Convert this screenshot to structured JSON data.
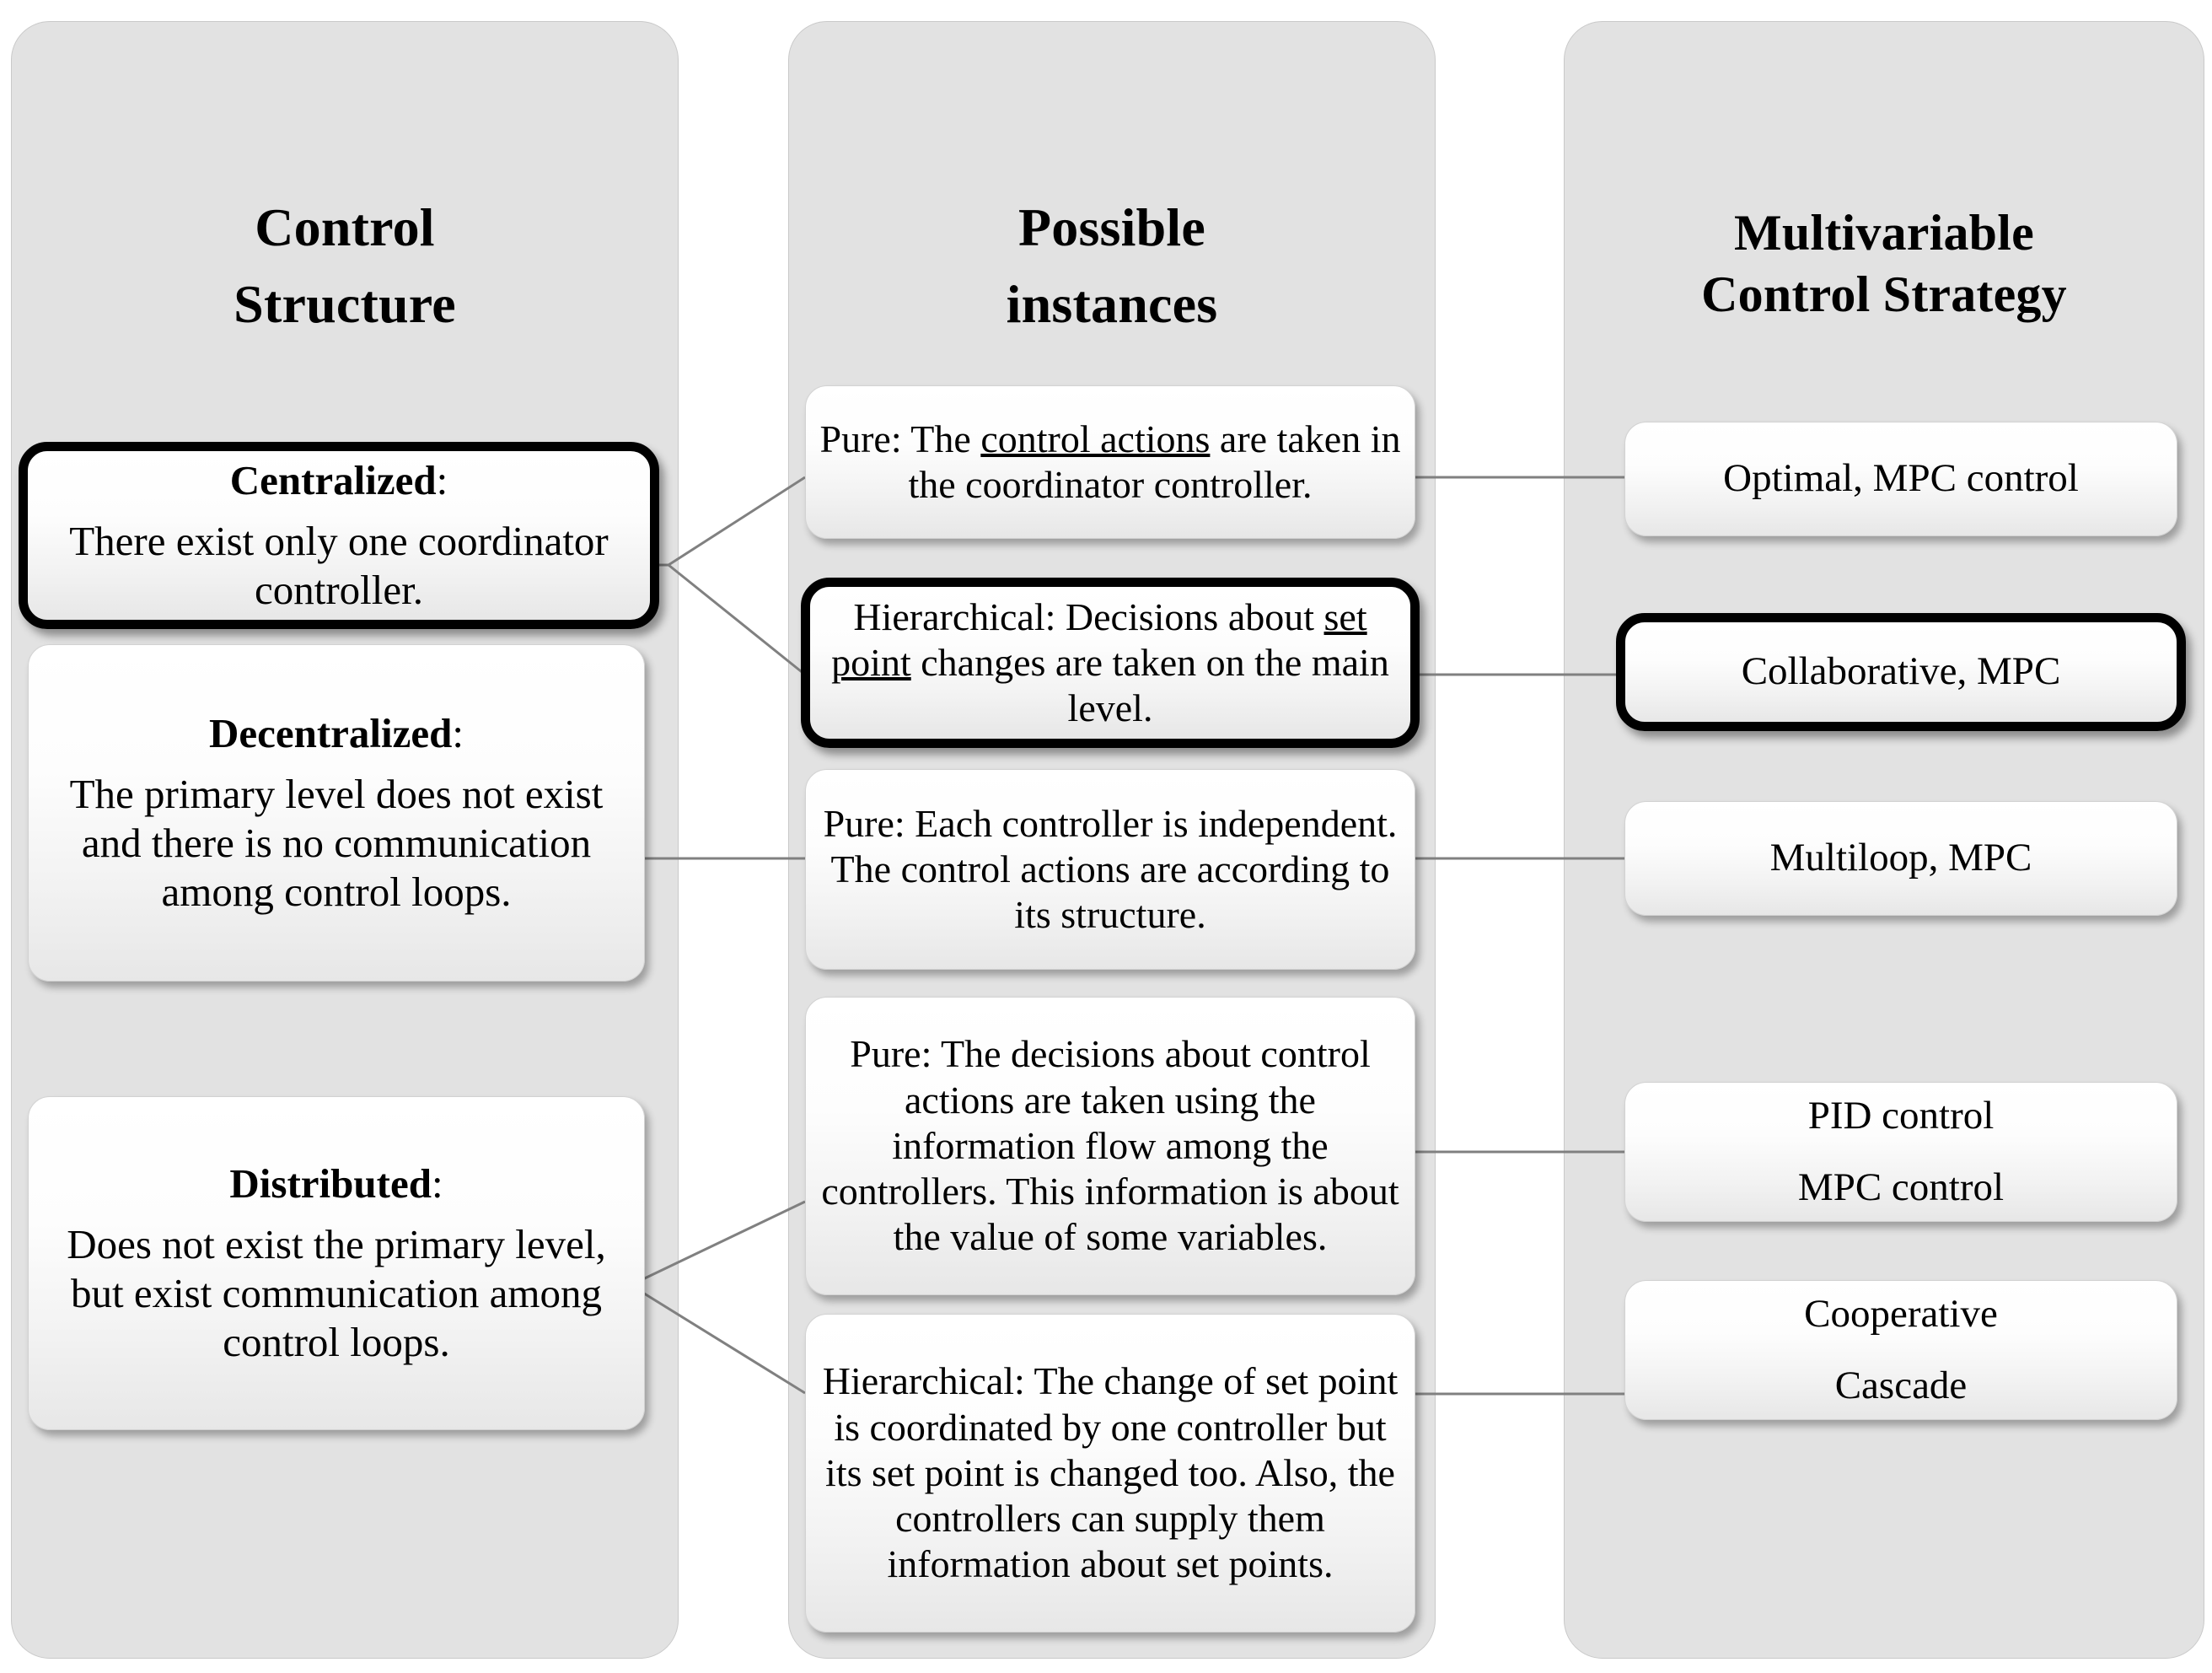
{
  "columns": {
    "control_structure": {
      "title": "Control\nStructure",
      "nodes": [
        {
          "id": "centralized",
          "lead": "Centralized",
          "lead_colon": ":",
          "body": "There exist only one coordinator controller.",
          "emphasized": true
        },
        {
          "id": "decentralized",
          "lead": "Decentralized",
          "lead_colon": ":",
          "body": "The primary level does not exist and there is no communication among control loops.",
          "emphasized": false
        },
        {
          "id": "distributed",
          "lead": "Distributed",
          "lead_colon": ":",
          "body": "Does not exist the primary level, but exist communication among control loops.",
          "emphasized": false
        }
      ]
    },
    "possible_instances": {
      "title": "Possible\ninstances",
      "nodes": [
        {
          "id": "pure-coordinator",
          "pre": "Pure: The ",
          "underlined": "control actions",
          "post": " are taken in the coordinator controller.",
          "emphasized": false
        },
        {
          "id": "hier-setpoint",
          "pre": "Hierarchical: Decisions about ",
          "underlined": "set point",
          "post": " changes are taken on the main level.",
          "emphasized": true
        },
        {
          "id": "pure-independent",
          "pre": "Pure: Each controller is independent. The control actions are according to its structure.",
          "underlined": "",
          "post": "",
          "emphasized": false
        },
        {
          "id": "pure-infoflow",
          "pre": "Pure: The decisions about control actions are taken using the information flow among the controllers. This information is about the value of some variables.",
          "underlined": "",
          "post": "",
          "emphasized": false
        },
        {
          "id": "hier-change",
          "pre": "Hierarchical: The change of set point is coordinated by one controller but its set point is changed too. Also, the controllers can supply them information about set points.",
          "underlined": "",
          "post": "",
          "emphasized": false
        }
      ]
    },
    "control_strategy": {
      "title": "Multivariable\nControl Strategy",
      "nodes": [
        {
          "id": "optimal-mpc",
          "line1": "Optimal, MPC control",
          "line2": "",
          "emphasized": false
        },
        {
          "id": "collab-mpc",
          "line1": "Collaborative, MPC",
          "line2": "",
          "emphasized": true
        },
        {
          "id": "multiloop-mpc",
          "line1": "Multiloop, MPC",
          "line2": "",
          "emphasized": false
        },
        {
          "id": "pid-mpc",
          "line1": "PID control",
          "line2": "MPC control",
          "emphasized": false
        },
        {
          "id": "coop-cascade",
          "line1": "Cooperative",
          "line2": "Cascade",
          "emphasized": false
        }
      ]
    }
  },
  "colors": {
    "panel_background": "#e2e2e2",
    "page_background": "#ffffff",
    "connector_line": "#808080",
    "emphasis_border": "#000000",
    "text": "#000000"
  }
}
